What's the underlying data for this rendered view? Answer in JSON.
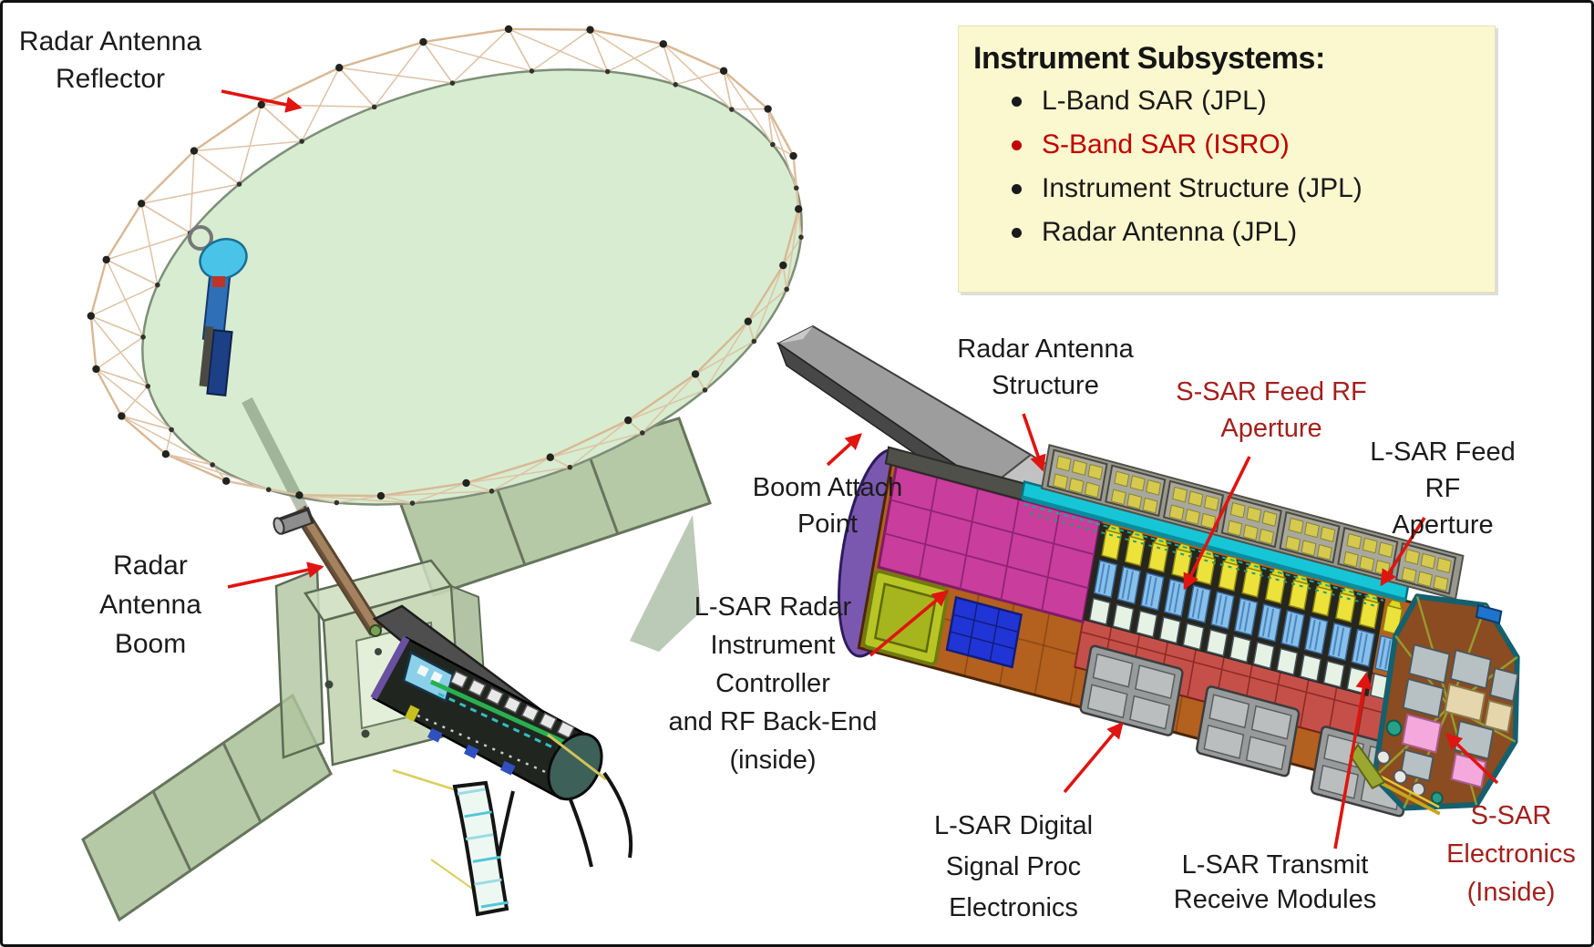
{
  "figure": {
    "type": "satellite-instrument-diagram",
    "background": "#ffffff"
  },
  "legend": {
    "title": "Instrument Subsystems:",
    "items": [
      {
        "label": "L-Band SAR (JPL)",
        "color": "#1a1a1a"
      },
      {
        "label": "S-Band SAR (ISRO)",
        "color": "#c00000"
      },
      {
        "label": "Instrument Structure (JPL)",
        "color": "#1a1a1a"
      },
      {
        "label": "Radar Antenna (JPL)",
        "color": "#1a1a1a"
      }
    ]
  },
  "labels": {
    "reflector": {
      "text": "Radar Antenna\nReflector",
      "color": "#1b1b1b"
    },
    "boom": {
      "text": "Radar\nAntenna\nBoom",
      "color": "#1b1b1b"
    },
    "antenna_structure": {
      "text": "Radar Antenna\nStructure",
      "color": "#1b1b1b"
    },
    "ssar_feed": {
      "text": "S-SAR Feed RF\nAperture",
      "color": "#a3201c"
    },
    "lsar_feed": {
      "text": "L-SAR Feed RF\nAperture",
      "color": "#1b1b1b"
    },
    "boom_attach": {
      "text": "Boom Attach\nPoint",
      "color": "#1b1b1b"
    },
    "ric": {
      "text": "L-SAR Radar\nInstrument\nController\nand RF Back-End\n(inside)",
      "color": "#1b1b1b"
    },
    "dsp": {
      "text": "L-SAR Digital\nSignal Proc\nElectronics",
      "color": "#1b1b1b"
    },
    "trm": {
      "text": "L-SAR Transmit\nReceive Modules",
      "color": "#1b1b1b"
    },
    "ssar_electronics": {
      "text": "S-SAR\nElectronics\n(Inside)",
      "color": "#a3201c"
    }
  },
  "colors": {
    "arrow": "#e01410",
    "legend_bg": "#fbf8cf",
    "accent_red": "#c00000",
    "dark_red_label": "#a3201c",
    "reflector_face": "#d7ecd0",
    "truss": "#dec3a6",
    "solar_panel": "#b6c9a6"
  }
}
